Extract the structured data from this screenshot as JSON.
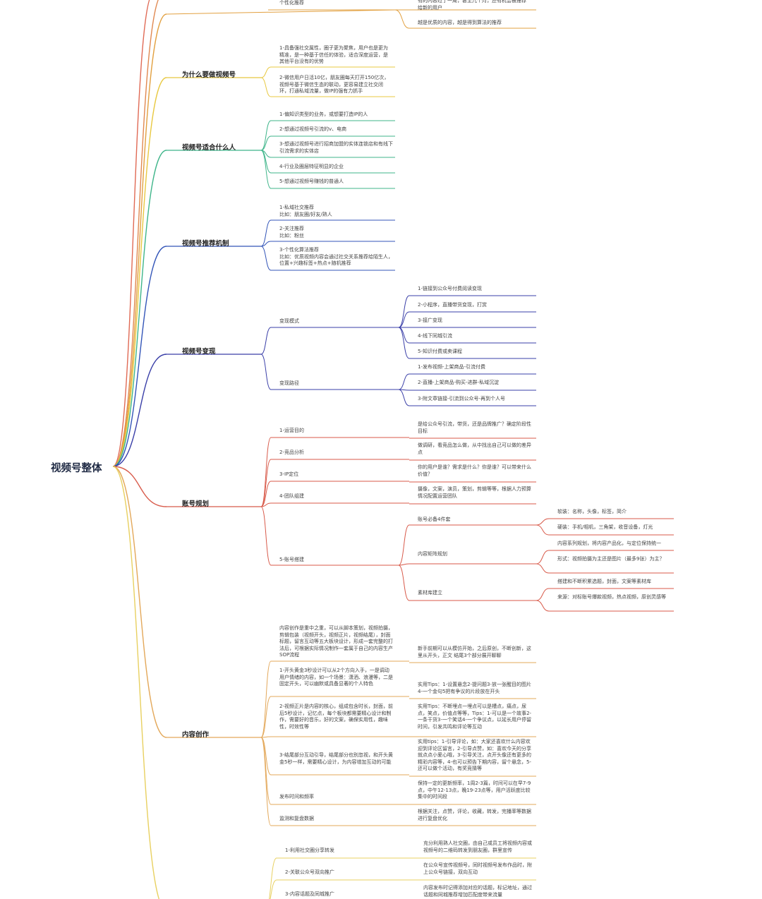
{
  "map": {
    "root": "视频号整体",
    "colors": {
      "top": "#e2a040",
      "why": "#e8c840",
      "who": "#3fb58a",
      "mech": "#3355b8",
      "monet": "#3a3fa8",
      "acct": "#d85a4a",
      "content": "#e3a85a",
      "promo": "#e8d060",
      "outer1": "#e06a55",
      "outer2": "#e08850"
    },
    "top": {
      "label": "个性化推荐",
      "leaves": [
        "有的内容过了一周，甚至几个月，还有机会被推荐给新的用户",
        "越是优质的内容，越是得到算法的推荐"
      ]
    },
    "why": {
      "label": "为什么要做视频号",
      "items": [
        "1-具备强社交属性，圈子更为聚焦，用户也是更为精准，是一种基于信任的体验，适合深度运营，是其他平台没有的优势",
        "2-微信用户日活10亿，朋友圈每天打开150亿次，视频号基于微信生态的联动，更容易建立社交闭环，打通私域流量，做IP的强有力抓手"
      ]
    },
    "who": {
      "label": "视频号适合什么人",
      "items": [
        "1-偏知识类型的业务，或想要打造IP的人",
        "2-想通过视频号引流的v、电商",
        "3-想通过视频号进行招商加盟的实体连锁店和有线下引流需求的实体店",
        "4-行业及圈层特征明显的企业",
        "5-想通过视频号赚钱的普通人"
      ]
    },
    "mech": {
      "label": "视频号推荐机制",
      "items": [
        "1-私域社交推荐\n比如：朋友圈/好友/熟人",
        "2-关注推荐\n比如：粉丝",
        "3-个性化算法推荐\n比如：优质视频内容会通过社交关系推荐给陌生人，位置+兴趣标签+热点+随机推荐"
      ]
    },
    "monet": {
      "label": "视频号变现",
      "mode": {
        "label": "变现模式",
        "items": [
          "1-链接到公众号付费阅读变现",
          "2-小程序，直播带货变现，打赏",
          "3-接广变现",
          "4-线下同城引流",
          "5-知识付费或卖课程"
        ]
      },
      "path": {
        "label": "变现路径",
        "items": [
          "1-发布视频-上架商品-引流付费",
          "2-直播-上架商品-购买-进群-私域沉淀",
          "3-附文章链接-引流到公众号-再到个人号"
        ]
      }
    },
    "acct": {
      "label": "账号规划",
      "items": [
        {
          "label": "1-运营目的",
          "note": "是给公众号引流，带货，还是品牌推广？确定阶段性目标"
        },
        {
          "label": "2-竞品分析",
          "note": "做调研，看竞品怎么做，从中找出自己可以做的差异点"
        },
        {
          "label": "3-IP定位",
          "note": "你的用户是谁？需求是什么？你是谁？可以带来什么价值？"
        },
        {
          "label": "4-团队组建",
          "note": "摄像，文案，演员，策划，剪辑等等，根据人力预算情况配置运营团队"
        }
      ],
      "build": {
        "label": "5-账号搭建",
        "groups": [
          {
            "label": "账号必备4件套",
            "items": [
              "软装：名称，头像，标签，简介",
              "硬装：手机/相机，三角架，收音设备，灯光"
            ]
          },
          {
            "label": "内容矩阵规划",
            "items": [
              "内容系列规划，将内容产品化，与定位保持统一",
              "形式：视频拍摄为主还是图片（最多9张）为主？"
            ]
          },
          {
            "label": "素材库建立",
            "items": [
              "搭建和不断积累选题，封面，文案等素材库",
              "来源：对标账号爆款视频，热点视频，原创灵感等"
            ]
          }
        ]
      }
    },
    "content": {
      "label": "内容创作",
      "items": [
        {
          "label": "内容创作是重中之重，可以从脚本策划，视频拍摄，剪辑包装（视频开头，视频正片，视频结尾），封面标题，留言互动等五大板块设计，形成一套完整的打法后，可根据实际情况制作一套属于自己的内容生产SOP流程",
          "note": "新手前期可以从模仿开始，之后原创，不断创新，这里从开头，正文 结尾3个部分展开聊聊"
        },
        {
          "label": "1-开头黄金3秒设计可以从2个方向入手，一是调动用户情绪的内容，如一个场景：潇洒、浪漫等，二是固定开头，可以幽默或具备显著的个人特色",
          "note": "实用Tips：1-设置悬念2-提问题3-放一张醒目的图片4-一个金句5把有争议的片段放在开头"
        },
        {
          "label": "2-视频正片是内容的核心，组成包含时长，封面，前后5秒设计，记忆点，每个板块都需要精心设计和制作，需要好的音乐，好的文案，确保实用性，趣味性，时效性等",
          "note": "实用Tips：不断埋点一埋点可以是槽点，痛点，尿点，笑点，价值点等等，Tips：1-可以是一个故事2-一条干货3-一个笑话4-一个争议点，以延长用户停留时间，引发共鸣和评论等互动"
        },
        {
          "label": "3-结尾部分互动引导，结尾部分也别忽视，和开头黄金5秒一样，需要精心设计，为内容增加互动的可能",
          "note": "实用tips：1-引导评论，如：大家还喜欢什么内容欢迎到评论区留言，2-引导点赞，如：喜欢今天的分享就点点小爱心哦，3-引导关注，点开头像还有更多的精彩内容等，4-也可以预告下期内容，留个悬念，5-还可以做个活动，有奖竞猜等"
        },
        {
          "label": "发布时间和频率",
          "note": "保持一定的更新频率，1周2-3篇，时间可以在早7-9点，中午12-13点，晚19-23点等，用户活跃度比较集中的时间段"
        },
        {
          "label": "监测和复盘数据",
          "note": "根据关注，点赞，评论，收藏，转发，完播率等数据进行复盘优化"
        }
      ]
    },
    "promo": {
      "items": [
        {
          "label": "1-利用社交圈分享转发",
          "note": "充分利用熟人社交圈，由自己或员工将视频内容或视频号的二维码转发到朋友圈，群里宣传"
        },
        {
          "label": "2-关联公众号双向推广",
          "note": "在公众号宣传视频号，同时视频号发布作品时，附上公众号链接，双向互动"
        },
        {
          "label": "3-内容话题及同城推广",
          "note": "内容发布时记得添加对应的话题，标记地址，通过话题和同城推荐增加匹配度带来流量"
        }
      ]
    }
  }
}
